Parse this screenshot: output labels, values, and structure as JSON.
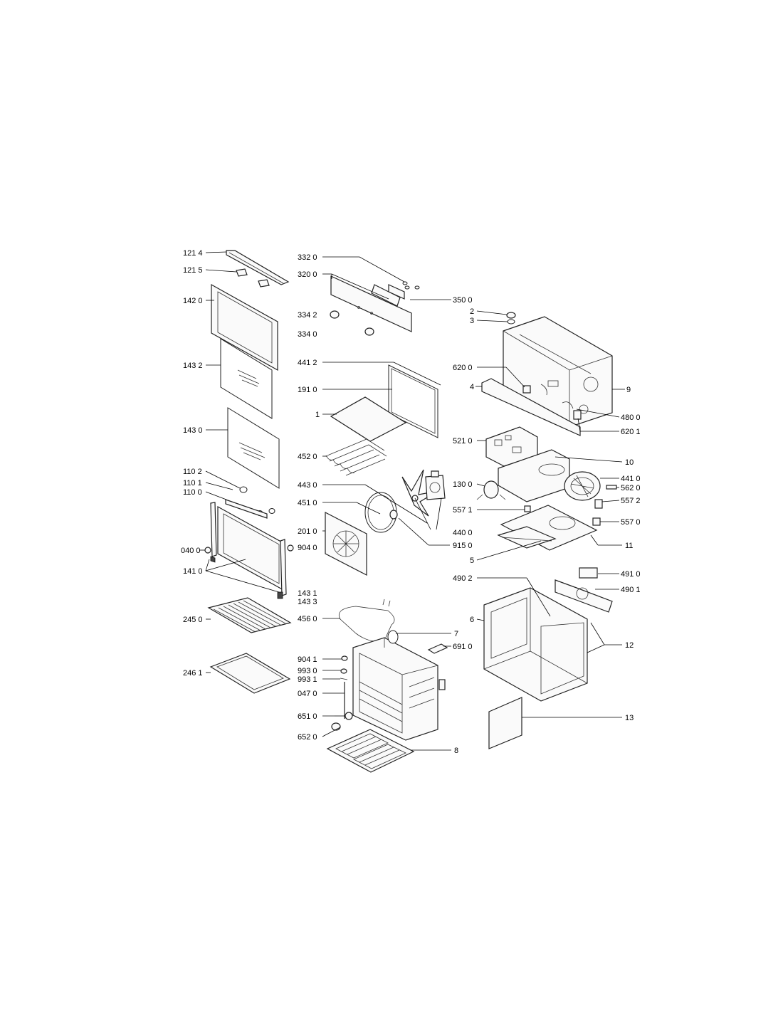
{
  "diagram": {
    "labels": {
      "l1214": "121 4",
      "l1215": "121 5",
      "l1420": "142 0",
      "l1432": "143 2",
      "l1430": "143 0",
      "l1102": "110 2",
      "l1101": "110 1",
      "l1100": "110 0",
      "l0400": "040 0",
      "l1410": "141 0",
      "l1431": "143 1",
      "l1433": "143 3",
      "l2450": "245 0",
      "l2461": "246 1",
      "l3320": "332 0",
      "l3200": "320 0",
      "l3500": "350 0",
      "l3342": "334 2",
      "l3340": "334 0",
      "l4412": "441 2",
      "l1910": "191 0",
      "l1": "1",
      "l4520": "452 0",
      "l4430": "443 0",
      "l4510": "451 0",
      "l2010": "201 0",
      "l9040": "904 0",
      "l4400": "440 0",
      "l9150": "915 0",
      "l4560": "456 0",
      "l7": "7",
      "l6910": "691 0",
      "l9041": "904 1",
      "l9930": "993 0",
      "l9931": "993 1",
      "l0470": "047 0",
      "l6510": "651 0",
      "l6520": "652 0",
      "l8": "8",
      "l2": "2",
      "l3": "3",
      "l9": "9",
      "l6200": "620 0",
      "l4": "4",
      "l4800": "480 0",
      "l6201": "620 1",
      "l5210": "521 0",
      "l10": "10",
      "l1300": "130 0",
      "l4410": "441 0",
      "l5620": "562 0",
      "l5572": "557 2",
      "l5571": "557 1",
      "l5570": "557 0",
      "l11": "11",
      "l5": "5",
      "l4910": "491 0",
      "l4902": "490 2",
      "l4901": "490 1",
      "l6": "6",
      "l12": "12",
      "l13": "13"
    }
  }
}
